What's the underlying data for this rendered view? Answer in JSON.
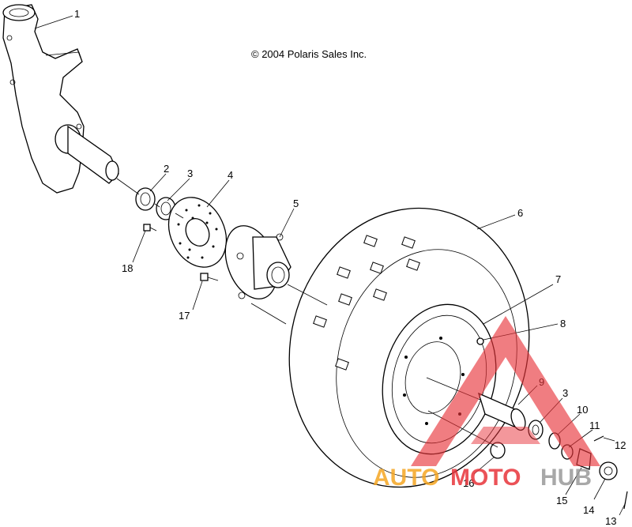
{
  "copyright": "© 2004 Polaris Sales Inc.",
  "parts": [
    {
      "num": "1"
    },
    {
      "num": "2"
    },
    {
      "num": "3"
    },
    {
      "num": "4"
    },
    {
      "num": "5"
    },
    {
      "num": "6"
    },
    {
      "num": "7"
    },
    {
      "num": "8"
    },
    {
      "num": "9"
    },
    {
      "num": "3"
    },
    {
      "num": "10"
    },
    {
      "num": "11"
    },
    {
      "num": "12"
    },
    {
      "num": "13"
    },
    {
      "num": "14"
    },
    {
      "num": "15"
    },
    {
      "num": "16"
    },
    {
      "num": "17"
    },
    {
      "num": "18"
    }
  ],
  "watermark": {
    "part1": "AUTO",
    "part2": "MOTO",
    "part3": "HUB",
    "color_orange": "#f5a623",
    "color_red": "#e8343a",
    "color_gray": "#9a9a9a"
  }
}
